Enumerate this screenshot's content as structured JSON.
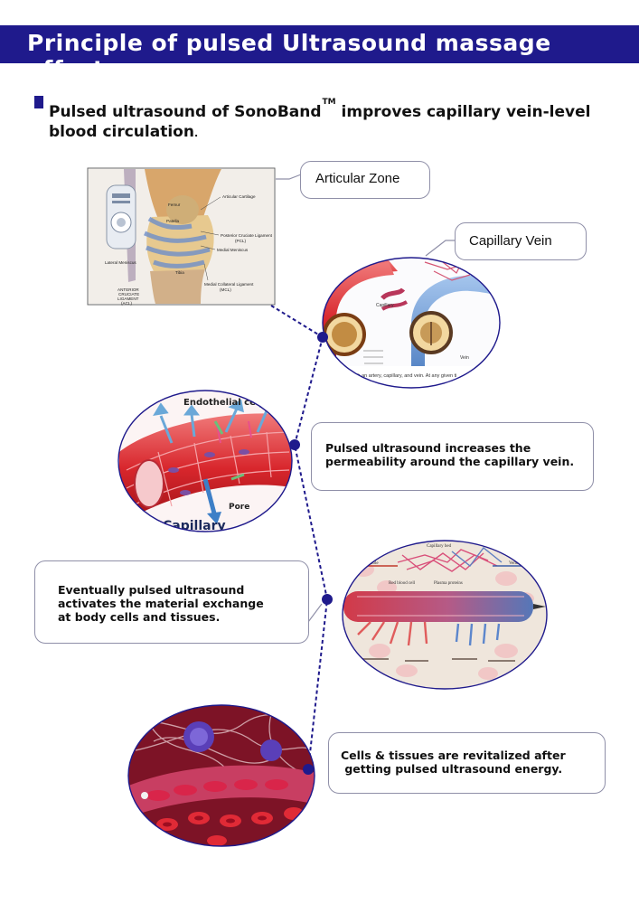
{
  "banner": {
    "title": "Principle of pulsed Ultrasound massage effects"
  },
  "heading": {
    "line1_pre": "Pulsed ultrasound of SonoBand",
    "tm": "TM",
    "line1_post": " improves  capillary vein-level",
    "line2": "blood circulation",
    "line2_end": "."
  },
  "callouts": {
    "articular": "Articular Zone",
    "capillary": "Capillary Vein",
    "permeability_1": "Pulsed ultrasound increases the",
    "permeability_2": "permeability around the capillary vein.",
    "exchange_1": "Eventually pulsed ultrasound",
    "exchange_2": "activates the material exchange",
    "exchange_3": "at body cells and tissues.",
    "revital_1": "Cells & tissues are revitalized after",
    "revital_2": " getting pulsed ultrasound energy."
  },
  "knee_labels": {
    "femur": "Femur",
    "cartilage": "Articular Cartilage",
    "patella": "Patella",
    "pcl": "Posterior Cruciate Ligament",
    "pcl_abbr": "(PCL)",
    "medial_meniscus": "Medial Meniscus",
    "lateral_meniscus": "Lateral Meniscus",
    "tibia": "Tibia",
    "mcl": "Medial Collateral Ligament",
    "mcl_abbr": "(MCL)",
    "acl_1": "ANTERIOR",
    "acl_2": "CRUCIATE",
    "acl_3": "LIGAMENT",
    "acl_4": "(ACL)"
  },
  "vein_labels": {
    "capillary": "Capillary",
    "vein": "Vein",
    "caption": "stions through an artery, capillary, and vein. At any given ti"
  },
  "endo_labels": {
    "endothelial": "Endothelial ce",
    "pore": "Pore",
    "capillary": "Capillary"
  },
  "bed_labels": {
    "capillary_bed": "Capillary bed",
    "arteriole": "arteriole",
    "venule": "Venule",
    "rbc": "Red blood cell",
    "plasma": "Plasma proteins"
  },
  "colors": {
    "banner": "#1f1a8c",
    "dot": "#1f1a8c",
    "callout_border": "#8f8fa8"
  }
}
